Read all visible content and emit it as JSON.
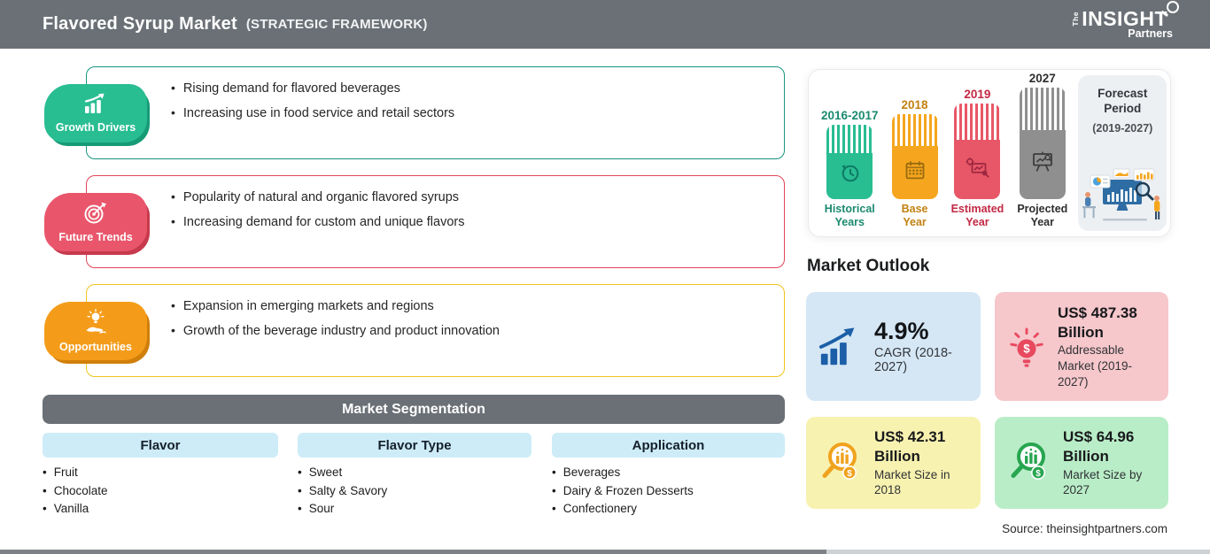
{
  "header": {
    "title": "Flavored Syrup Market",
    "subtitle": "(STRATEGIC FRAMEWORK)",
    "logo": {
      "the": "The",
      "insight": "INSIGHT",
      "partners": "Partners"
    }
  },
  "colors": {
    "header_bg": "#6a7076",
    "segmentation_bg": "#6a7076",
    "column_header_bg": "#cdecf7",
    "growth_green": "#29bd92",
    "trends_red": "#e9566b",
    "opportunities_orange": "#f49c1a",
    "card_blue_bg": "#d5e7f5",
    "card_pink_bg": "#f6c7cb",
    "card_yellow_bg": "#f8f2b0",
    "card_green_bg": "#b9edc7"
  },
  "sections": [
    {
      "label": "Growth Drivers",
      "accent": "#29bd92",
      "border": "#18967f",
      "badge_shadow": "#169b76",
      "bullets": [
        "Rising demand for flavored beverages",
        "Increasing use in food service and retail sectors"
      ]
    },
    {
      "label": "Future Trends",
      "accent": "#e9566b",
      "border": "#e04558",
      "badge_shadow": "#c73a4e",
      "bullets": [
        "Popularity of natural and organic flavored syrups",
        "Increasing demand for custom and unique flavors"
      ]
    },
    {
      "label": "Opportunities",
      "accent": "#f49c1a",
      "border": "#f0c420",
      "badge_shadow": "#d07f0a",
      "bullets": [
        "Expansion in emerging markets and regions",
        "Growth of the beverage industry and product innovation"
      ]
    }
  ],
  "segmentation": {
    "title": "Market Segmentation",
    "columns": [
      {
        "header": "Flavor",
        "items": [
          "Fruit",
          "Chocolate",
          "Vanilla"
        ]
      },
      {
        "header": "Flavor Type",
        "items": [
          "Sweet",
          "Salty & Savory",
          "Sour"
        ]
      },
      {
        "header": "Application",
        "items": [
          "Beverages",
          "Dairy & Frozen Desserts",
          "Confectionery"
        ]
      }
    ]
  },
  "timeline": {
    "bars": [
      {
        "year": "2016-2017",
        "label_line1": "Historical",
        "label_line2": "Years",
        "color": "#29bd92",
        "text_color": "#1b8a6f"
      },
      {
        "year": "2018",
        "label_line1": "Base",
        "label_line2": "Year",
        "color": "#f5a61e",
        "text_color": "#c28112"
      },
      {
        "year": "2019",
        "label_line1": "Estimated",
        "label_line2": "Year",
        "color": "#e85767",
        "text_color": "#c22843"
      },
      {
        "year": "2027",
        "label_line1": "Projected",
        "label_line2": "Year",
        "color": "#8f8f8f",
        "text_color": "#2e2e2e"
      }
    ],
    "forecast": {
      "title_line1": "Forecast",
      "title_line2": "Period",
      "range": "(2019-2027)"
    }
  },
  "outlook": {
    "title": "Market Outlook",
    "cards": [
      {
        "value": "4.9%",
        "desc": "CAGR (2018-2027)",
        "bg": "#d5e7f5"
      },
      {
        "value": "US$ 487.38 Billion",
        "desc": "Addressable Market (2019-2027)",
        "bg": "#f6c7cb"
      },
      {
        "value": "US$ 42.31 Billion",
        "desc": "Market Size in 2018",
        "bg": "#f8f2b0"
      },
      {
        "value": "US$ 64.96 Billion",
        "desc": "Market Size by 2027",
        "bg": "#b9edc7"
      }
    ]
  },
  "source": "Source: theinsightpartners.com",
  "chart_data": {
    "type": "table",
    "title": "Flavored Syrup Market key figures",
    "values": {
      "cagr_2018_2027_percent": 4.9,
      "addressable_market_2019_2027_usd_billion": 487.38,
      "market_size_2018_usd_billion": 42.31,
      "market_size_2027_usd_billion": 64.96
    },
    "timeline": {
      "historical_years": "2016-2017",
      "base_year": "2018",
      "estimated_year": "2019",
      "projected_year": "2027",
      "forecast_period": "2019-2027"
    }
  }
}
